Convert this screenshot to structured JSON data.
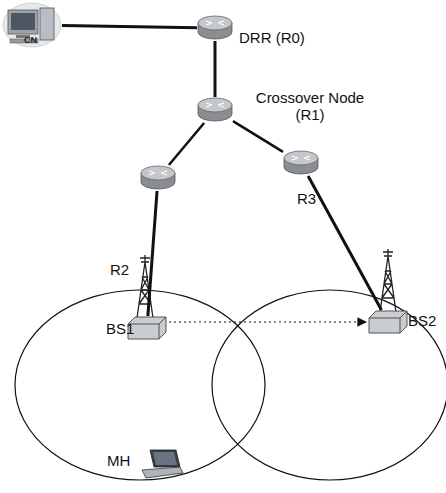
{
  "diagram": {
    "nodes": [
      {
        "text": [
          "CN"
        ]
      },
      {
        "text": [
          "DRR (R0)"
        ]
      },
      {
        "text": [
          "Crossover Node (R1)"
        ]
      },
      {
        "text": [
          "R2"
        ]
      },
      {
        "text": [
          "R3"
        ]
      },
      {
        "text": [
          "BS1"
        ]
      },
      {
        "text": [
          "BS2"
        ]
      },
      {
        "text": [
          "MH"
        ]
      }
    ],
    "edges": [
      {
        "from": 0,
        "to": 1,
        "arrow": "none"
      },
      {
        "from": 1,
        "to": 2,
        "arrow": "none"
      },
      {
        "from": 2,
        "to": 3,
        "arrow": "none"
      },
      {
        "from": 2,
        "to": 4,
        "arrow": "none"
      },
      {
        "from": 3,
        "to": 5,
        "arrow": "none"
      },
      {
        "from": 4,
        "to": 6,
        "arrow": "none"
      },
      {
        "from": 5,
        "to": 6,
        "arrow": "to"
      }
    ]
  }
}
